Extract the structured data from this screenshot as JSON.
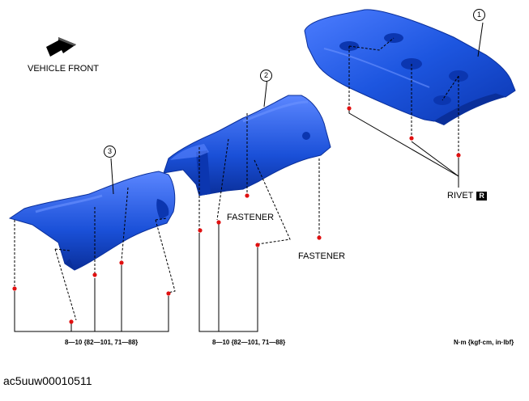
{
  "labels": {
    "vehicle_front": "VEHICLE FRONT",
    "rivet": "RIVET",
    "rivet_symbol": "R",
    "fastener_1": "FASTENER",
    "fastener_2": "FASTENER",
    "torque_left": "8—10 {82—101, 71—88}",
    "torque_middle": "8—10 {82—101, 71—88}",
    "units": "N·m {kgf·cm, in·lbf}",
    "figure_id": "ac5uuw00010511"
  },
  "callouts": {
    "part_1": "1",
    "part_2": "2",
    "part_3": "3"
  },
  "colors": {
    "part_blue": "#1d56e0",
    "part_shadow": "#0a2f9a",
    "part_highlight": "#6c93ff",
    "fastener_red": "#e01010",
    "line": "#000000"
  },
  "icons": {
    "direction_arrow": "arrow-front-icon"
  }
}
